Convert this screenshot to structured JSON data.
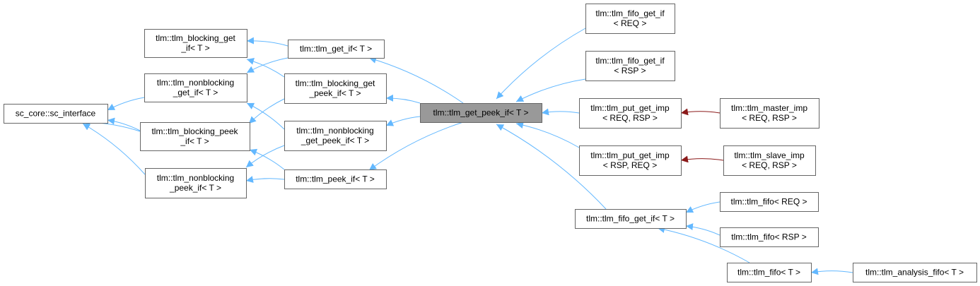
{
  "diagram": {
    "colors": {
      "inherit_edge": "#63b8ff",
      "impl_edge": "#8b1a1a",
      "focus_fill": "#999999",
      "node_border": "#666666"
    },
    "nodes": [
      {
        "id": "sc_interface",
        "lines": [
          "sc_core::sc_interface"
        ]
      },
      {
        "id": "blocking_get_if",
        "lines": [
          "tlm::tlm_blocking_get",
          "_if< T >"
        ]
      },
      {
        "id": "nonblocking_get_if",
        "lines": [
          "tlm::tlm_nonblocking",
          "_get_if< T >"
        ]
      },
      {
        "id": "blocking_peek_if",
        "lines": [
          "tlm::tlm_blocking_peek",
          "_if< T >"
        ]
      },
      {
        "id": "nonblocking_peek_if",
        "lines": [
          "tlm::tlm_nonblocking",
          "_peek_if< T >"
        ]
      },
      {
        "id": "get_if",
        "lines": [
          "tlm::tlm_get_if< T >"
        ]
      },
      {
        "id": "blocking_get_peek_if",
        "lines": [
          "tlm::tlm_blocking_get",
          "_peek_if< T >"
        ]
      },
      {
        "id": "nonblocking_get_peek_if",
        "lines": [
          "tlm::tlm_nonblocking",
          "_get_peek_if< T >"
        ]
      },
      {
        "id": "peek_if",
        "lines": [
          "tlm::tlm_peek_if< T >"
        ]
      },
      {
        "id": "get_peek_if",
        "lines": [
          "tlm::tlm_get_peek_if< T >"
        ],
        "focus": true
      },
      {
        "id": "fifo_get_if_req",
        "lines": [
          "tlm::tlm_fifo_get_if",
          "< REQ >"
        ]
      },
      {
        "id": "fifo_get_if_rsp",
        "lines": [
          "tlm::tlm_fifo_get_if",
          "< RSP >"
        ]
      },
      {
        "id": "put_get_imp_req_rsp",
        "lines": [
          "tlm::tlm_put_get_imp",
          "< REQ, RSP >"
        ]
      },
      {
        "id": "put_get_imp_rsp_req",
        "lines": [
          "tlm::tlm_put_get_imp",
          "< RSP, REQ >"
        ]
      },
      {
        "id": "fifo_get_if_t",
        "lines": [
          "tlm::tlm_fifo_get_if< T >"
        ]
      },
      {
        "id": "master_imp",
        "lines": [
          "tlm::tlm_master_imp",
          "< REQ, RSP >"
        ]
      },
      {
        "id": "slave_imp",
        "lines": [
          "tlm::tlm_slave_imp",
          "< REQ, RSP >"
        ]
      },
      {
        "id": "fifo_req",
        "lines": [
          "tlm::tlm_fifo< REQ >"
        ]
      },
      {
        "id": "fifo_rsp",
        "lines": [
          "tlm::tlm_fifo< RSP >"
        ]
      },
      {
        "id": "fifo_t",
        "lines": [
          "tlm::tlm_fifo< T >"
        ]
      },
      {
        "id": "analysis_fifo",
        "lines": [
          "tlm::tlm_analysis_fifo< T >"
        ]
      }
    ],
    "edges": [
      {
        "from": "blocking_get_if",
        "to": "sc_interface",
        "kind": "inherit"
      },
      {
        "from": "nonblocking_get_if",
        "to": "sc_interface",
        "kind": "inherit"
      },
      {
        "from": "blocking_peek_if",
        "to": "sc_interface",
        "kind": "inherit"
      },
      {
        "from": "nonblocking_peek_if",
        "to": "sc_interface",
        "kind": "inherit"
      },
      {
        "from": "get_if",
        "to": "blocking_get_if",
        "kind": "inherit"
      },
      {
        "from": "get_if",
        "to": "nonblocking_get_if",
        "kind": "inherit"
      },
      {
        "from": "blocking_get_peek_if",
        "to": "blocking_get_if",
        "kind": "inherit"
      },
      {
        "from": "blocking_get_peek_if",
        "to": "blocking_peek_if",
        "kind": "inherit"
      },
      {
        "from": "nonblocking_get_peek_if",
        "to": "nonblocking_get_if",
        "kind": "inherit"
      },
      {
        "from": "nonblocking_get_peek_if",
        "to": "nonblocking_peek_if",
        "kind": "inherit"
      },
      {
        "from": "peek_if",
        "to": "blocking_peek_if",
        "kind": "inherit"
      },
      {
        "from": "peek_if",
        "to": "nonblocking_peek_if",
        "kind": "inherit"
      },
      {
        "from": "get_peek_if",
        "to": "get_if",
        "kind": "inherit"
      },
      {
        "from": "get_peek_if",
        "to": "blocking_get_peek_if",
        "kind": "inherit"
      },
      {
        "from": "get_peek_if",
        "to": "nonblocking_get_peek_if",
        "kind": "inherit"
      },
      {
        "from": "get_peek_if",
        "to": "peek_if",
        "kind": "inherit"
      },
      {
        "from": "fifo_get_if_req",
        "to": "get_peek_if",
        "kind": "inherit"
      },
      {
        "from": "fifo_get_if_rsp",
        "to": "get_peek_if",
        "kind": "inherit"
      },
      {
        "from": "put_get_imp_req_rsp",
        "to": "get_peek_if",
        "kind": "inherit"
      },
      {
        "from": "put_get_imp_rsp_req",
        "to": "get_peek_if",
        "kind": "inherit"
      },
      {
        "from": "fifo_get_if_t",
        "to": "get_peek_if",
        "kind": "inherit"
      },
      {
        "from": "master_imp",
        "to": "put_get_imp_req_rsp",
        "kind": "impl"
      },
      {
        "from": "slave_imp",
        "to": "put_get_imp_rsp_req",
        "kind": "impl"
      },
      {
        "from": "fifo_req",
        "to": "fifo_get_if_t",
        "kind": "inherit"
      },
      {
        "from": "fifo_rsp",
        "to": "fifo_get_if_t",
        "kind": "inherit"
      },
      {
        "from": "fifo_t",
        "to": "fifo_get_if_t",
        "kind": "inherit"
      },
      {
        "from": "analysis_fifo",
        "to": "fifo_t",
        "kind": "inherit"
      }
    ]
  }
}
